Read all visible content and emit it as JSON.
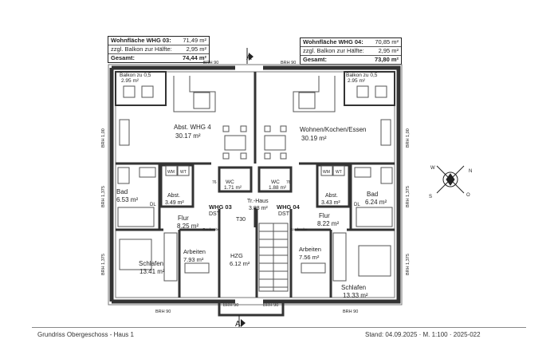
{
  "areas": [
    {
      "id": "whg03",
      "title_label": "Wohnfläche WHG 03:",
      "title_value": "71,49 m²",
      "balcony_label": "zzgl. Balkon zur Hälfte:",
      "balcony_value": "2,95 m²",
      "total_label": "Gesamt:",
      "total_value": "74,44 m²"
    },
    {
      "id": "whg04",
      "title_label": "Wohnfläche WHG 04:",
      "title_value": "70,85 m²",
      "balcony_label": "zzgl. Balkon zur Hälfte:",
      "balcony_value": "2,95 m²",
      "total_label": "Gesamt:",
      "total_value": "73,80 m²"
    }
  ],
  "section_marker": "A",
  "brh_labels": {
    "top": "BRH 90",
    "top2": "BRH 90",
    "left1": "BRH 1,00",
    "left2": "BRH 1,375",
    "left3": "BRH 1,375",
    "right1": "BRH 1,00",
    "right2": "BRH 1,375",
    "right3": "BRH 1,375",
    "bottom1": "BRH 90",
    "bottom2": "BRH 90",
    "bottom3": "BRH 90",
    "bottom4": "BRH 90"
  },
  "rooms": {
    "balcony_left": {
      "name": "Balkon zu 0,5",
      "area": "2.95 m²"
    },
    "balcony_right": {
      "name": "Balkon zu 0,5",
      "area": "2.95 m²"
    },
    "living_left": {
      "name": "Abst. WHG 4",
      "area": "30.17 m²"
    },
    "living_right": {
      "name": "Wohnen/Kochen/Essen",
      "area": "30.19 m²"
    },
    "bath_left": {
      "name": "Bad",
      "area": "6.53 m²"
    },
    "bath_right": {
      "name": "Bad",
      "area": "6.24 m²"
    },
    "storage_left": {
      "name": "Abst.",
      "area": "3.49 m²"
    },
    "storage_right": {
      "name": "Abst.",
      "area": "3.43 m²"
    },
    "wc_left": {
      "name": "WC",
      "area": "1.71 m²"
    },
    "wc_right": {
      "name": "WC",
      "area": "1.88 m²"
    },
    "stair_hall": {
      "name": "Tr.-Haus",
      "area": "3.88 m²"
    },
    "hall_left": {
      "name": "Flur",
      "area": "8.25 m²"
    },
    "hall_right": {
      "name": "Flur",
      "area": "8.22 m²"
    },
    "work_left": {
      "name": "Arbeiten",
      "area": "7.93 m²"
    },
    "work_right": {
      "name": "Arbeiten",
      "area": "7.56 m²"
    },
    "heating": {
      "name": "HZG",
      "area": "6.12 m²"
    },
    "bedroom_left": {
      "name": "Schlafen",
      "area": "13.41 m²"
    },
    "bedroom_right": {
      "name": "Schlafen",
      "area": "13.33 m²"
    }
  },
  "unit_labels": {
    "left": "WHG 03",
    "left_sub": "DST",
    "right": "WHG 04",
    "right_sub": "DST"
  },
  "small_labels": {
    "wm_left": "WM",
    "wt_left": "WT",
    "wm_right": "WM",
    "wt_right": "WT",
    "dl_left": "DL",
    "dl_right": "DL",
    "garderobe_left": "Garderobe",
    "garderobe_right": "Garderobe",
    "t30": "T30",
    "num76_left": "76",
    "num76_right": "76"
  },
  "footer": {
    "left": "Grundriss Obergeschoss - Haus 1",
    "right": "Stand: 04.09.2025 · M. 1:100 · 2025-022"
  },
  "compass": {
    "n": "N",
    "s": "S",
    "o": "O",
    "w": "W"
  }
}
